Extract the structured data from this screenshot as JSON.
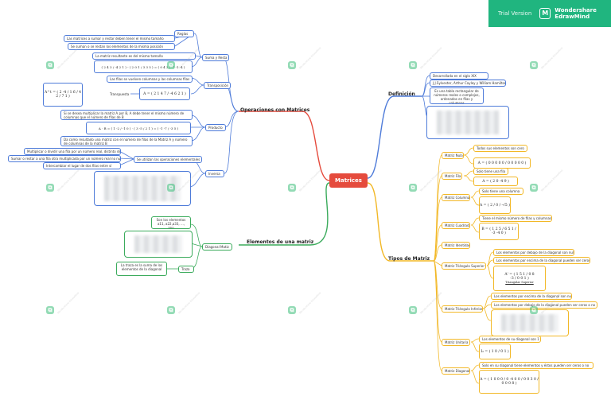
{
  "brand": {
    "trial": "Trial Version",
    "name1": "Wondershare",
    "name2": "EdrawMind"
  },
  "watermark": {
    "icon": "edrawmind-logo-icon",
    "text": "Wondershare EdrawMind"
  },
  "root": "Matrices",
  "branches": {
    "operaciones": "Operaciones con Matrices",
    "elementos": "Elementos de una matriz",
    "definicion": "Definición",
    "tipos": "Tipos de Matriz"
  },
  "ops": {
    "reglas": "Reglas",
    "regla1": "Las matrices a sumar y restar deben tener el mismo tamaño",
    "regla2": "Se suman o se restan los elementos de la misma posición",
    "suma_resta": "Suma y Resta",
    "suma_res": "La matriz resultante es del mismo tamaño",
    "suma_math": "( 2 4 3 / -4 2 1 ) - ( 2 0 1 / 3 3 5 ) = ( 0 4 2 / -7 -1 -4 )",
    "transp": "Transposición",
    "transp_desc": "Las filas se vuelven columnas y las columnas filas",
    "transpuesta": "Transpuesta",
    "transp_mat": "A^t = ( 2 -4 / 1 6 / 4 2 / 7 1 )",
    "transp_a": "A = ( 2 1 4 7 / -4 6 2 1 )",
    "producto": "Producto",
    "prod_cond": "Si se desea multiplicar la matriz A por B, A debe tener el mismo número de columnas que el número de filas de B",
    "prod_math": "A · B = ( 1 -2 / -1 0 ) · ( 3 -5 / 2 1 ) = ( -1 -7 / -3 5 )",
    "prod_res": "Da como resultado una matriz con el número de filas de la Matriz A y número de columnas de la matriz B",
    "inversa": "Inversa",
    "inv_ops": "Se utilizan las operaciones elementales",
    "inv1": "Multiplicar o dividir una fila por un número real, distinto de cero",
    "inv2": "Sumar o restar a una fila otra multiplicada por un número real no nulo",
    "inv3": "Intercambiar el lugar de dos filas entre sí"
  },
  "elem": {
    "diagonal": "Diagonal Matiz",
    "son": "Son los elementos a11, a22,a33, ..., ann",
    "traza": "Traza",
    "traza_desc": "La traza es la suma de los elementos de la diagonal"
  },
  "def": {
    "d1": "Desarrollada en el siglo XIX",
    "d2": "J.J.Sylvester, Arthur Cayley y William Hamilton",
    "d3": "Es una tabla rectangular de números reales o complejos, ordenados en filas y columnas"
  },
  "tipos": {
    "nula": "Matriz Nula",
    "nula_desc": "Todos sus elementos son cero",
    "nula_math": "A = ( 0 0 0 0 0 / 0 0 0 0 0 )",
    "fila": "Matriz Fila",
    "fila_desc": "Solo tiene una fila",
    "fila_math": "A = ( 2 0 -4 9 )",
    "columna": "Matriz Columna",
    "col_desc": "Solo tiene una columna",
    "col_math": "A = ( 2 / 0 / -√5 )",
    "cuadrada": "Matriz Cuadrada",
    "cuad_desc": "Tiene el mismo número de filas y columnas",
    "cuad_math": "B = ( 1 2 5 / 6 5 1 / -3 -4 0 )",
    "identidad": "Matriz Identidad",
    "triang_sup": "Matriz Triángulo Superior",
    "ts1": "Los elementos por debajo de la diagonal son nulos",
    "ts2": "Los elementos por encima de la diagonal pueden ser ceros o no",
    "ts_math": "A' = ( 1 5 1 / 0 8 -3 / 0 0 1 )",
    "ts_cap": "Triangular Superior",
    "triang_inf": "Matriz Triángulo Inferior",
    "ti1": "Los elementos por encima de la diagonal son nulos",
    "ti2": "Los elementos por debajo de la diagonal pueden ser ceros o no",
    "unitaria": "Matriz Unitaria",
    "uni_desc": "Los elementos de su diagonal son 1",
    "uni_math": "I₂ = ( 1 0 / 0 1 )",
    "diag": "Matriz Diagonal",
    "diag_desc": "Solo en su diagonal tiene elementos y éstos pueden ser ceros o no",
    "diag_math": "A = ( 1 0 0 0 / 0 -4 0 0 / 0 0 3 0 / 0 0 0 8 )"
  }
}
